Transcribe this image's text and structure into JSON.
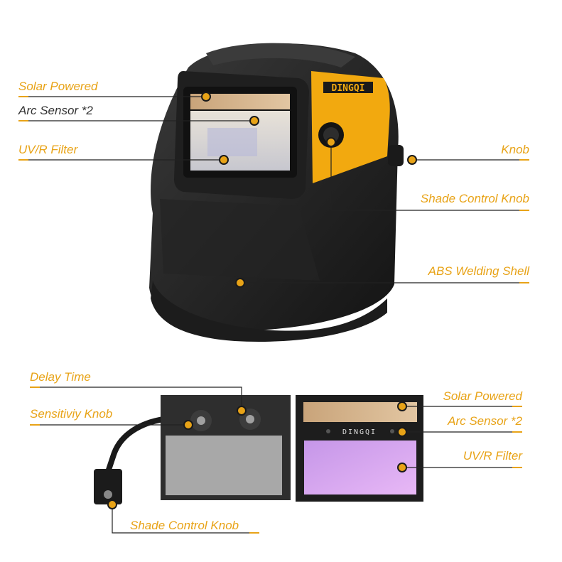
{
  "colors": {
    "accent": "#e8a317",
    "helmet": "#2a2a2a",
    "helmet_dark": "#151515",
    "label_dark": "#333333",
    "decal": "#f2a90f",
    "filter_uv": "#d9a8f0"
  },
  "helmet_brand": "DINGQI",
  "filter_brand": "DINGQI",
  "helmet_callouts": [
    {
      "id": "solar-powered",
      "text": "Solar Powered",
      "tone": "accent"
    },
    {
      "id": "arc-sensor",
      "text": "Arc Sensor *2",
      "tone": "dark"
    },
    {
      "id": "uv-r-filter",
      "text": "UV/R Filter",
      "tone": "accent"
    },
    {
      "id": "knob",
      "text": "Knob",
      "tone": "accent"
    },
    {
      "id": "shade-control-knob",
      "text": "Shade Control Knob",
      "tone": "accent"
    },
    {
      "id": "abs-welding-shell",
      "text": "ABS Welding Shell",
      "tone": "accent"
    }
  ],
  "filter_back_callouts": [
    {
      "id": "delay-time",
      "text": "Delay Time"
    },
    {
      "id": "sensitivity-knob",
      "text": "Sensitiviy Knob"
    },
    {
      "id": "shade-control-knob-2",
      "text": "Shade Control Knob"
    }
  ],
  "filter_front_callouts": [
    {
      "id": "solar-powered-2",
      "text": "Solar Powered"
    },
    {
      "id": "arc-sensor-2",
      "text": "Arc Sensor *2"
    },
    {
      "id": "uv-r-filter-2",
      "text": "UV/R Filter"
    }
  ]
}
